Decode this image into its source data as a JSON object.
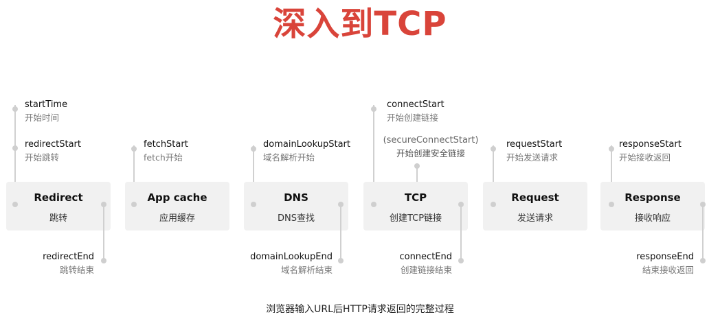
{
  "title": "深入到TCP",
  "caption": "浏览器输入URL后HTTP请求返回的完整过程",
  "colors": {
    "title": "#d9443a",
    "box": "#f1f1f1",
    "line": "#d0d0d0",
    "dot": "#cfcfcf"
  },
  "stages": [
    {
      "name": "Redirect",
      "sub": "跳转",
      "above": [
        {
          "en": "startTime",
          "zh": "开始时间"
        },
        {
          "en": "redirectStart",
          "zh": "开始跳转"
        }
      ],
      "below": {
        "en": "redirectEnd",
        "zh": "跳转结束"
      }
    },
    {
      "name": "App cache",
      "sub": "应用缓存",
      "above": [
        {
          "en": "fetchStart",
          "zh": "fetch开始"
        }
      ]
    },
    {
      "name": "DNS",
      "sub": "DNS查找",
      "above": [
        {
          "en": "domainLookupStart",
          "zh": "域名解析开始"
        }
      ],
      "below": {
        "en": "domainLookupEnd",
        "zh": "域名解析结束"
      }
    },
    {
      "name": "TCP",
      "sub": "创建TCP链接",
      "above": [
        {
          "en": "connectStart",
          "zh": "开始创建链接"
        },
        {
          "en": "(secureConnectStart)",
          "zh": "开始创建安全链接"
        }
      ],
      "below": {
        "en": "connectEnd",
        "zh": "创建链接结束"
      }
    },
    {
      "name": "Request",
      "sub": "发送请求",
      "above": [
        {
          "en": "requestStart",
          "zh": "开始发送请求"
        }
      ]
    },
    {
      "name": "Response",
      "sub": "接收响应",
      "above": [
        {
          "en": "responseStart",
          "zh": "开始接收返回"
        }
      ],
      "below": {
        "en": "responseEnd",
        "zh": "结束接收返回"
      }
    }
  ]
}
